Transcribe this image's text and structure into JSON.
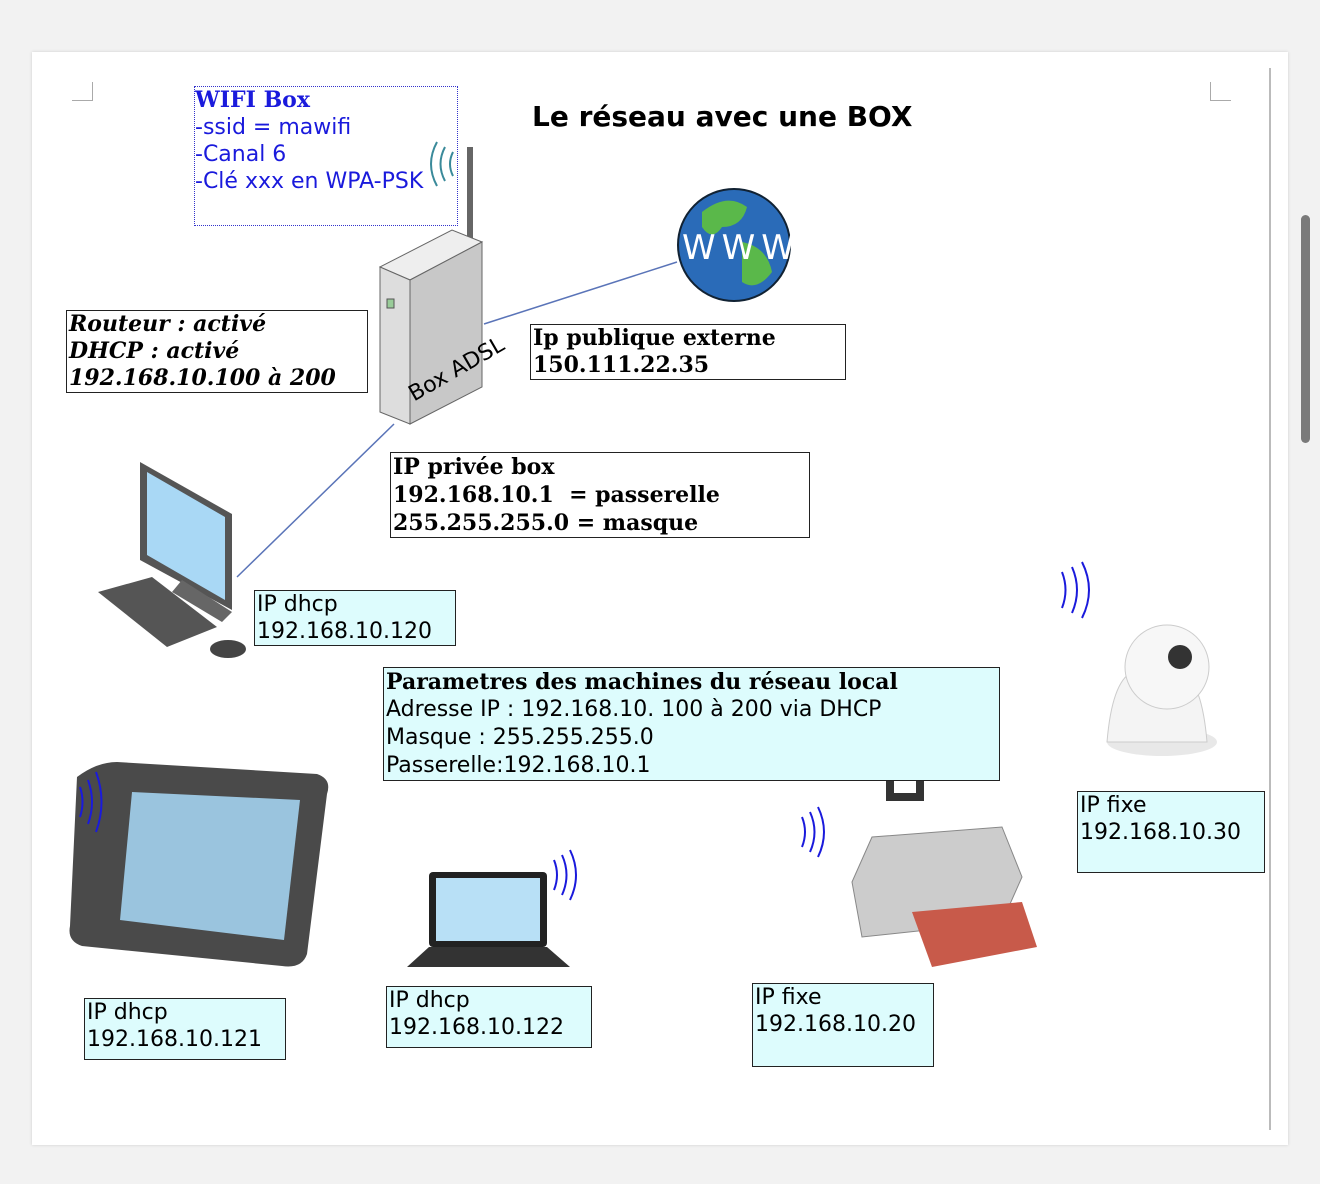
{
  "title": "Le réseau avec une BOX",
  "wifi_box": {
    "heading": "WIFI Box",
    "lines": [
      "-ssid = mawifi",
      "-Canal 6",
      "-Clé xxx en WPA-PSK"
    ]
  },
  "router_box": {
    "lines": [
      "Routeur : activé",
      "DHCP : activé",
      "192.168.10.100 à 200"
    ]
  },
  "box_label": "Box ADSL",
  "globe_label": "WWW",
  "public_ip": {
    "lines": [
      "Ip publique externe",
      "150.111.22.35"
    ]
  },
  "private_ip": {
    "lines": [
      "IP privée box",
      "192.168.10.1  = passerelle",
      "255.255.255.0 = masque"
    ]
  },
  "pc": {
    "lines": [
      "IP dhcp",
      "192.168.10.120"
    ]
  },
  "params": {
    "heading": "Parametres des machines du  réseau local",
    "lines": [
      "Adresse IP : 192.168.10. 100 à 200 via DHCP",
      "Masque : 255.255.255.0",
      "Passerelle:192.168.10.1"
    ]
  },
  "camera": {
    "lines": [
      "IP fixe",
      "192.168.10.30"
    ]
  },
  "tablet": {
    "lines": [
      "IP dhcp",
      "192.168.10.121"
    ]
  },
  "laptop": {
    "lines": [
      "IP dhcp",
      "192.168.10.122"
    ]
  },
  "printer": {
    "lines": [
      "IP fixe",
      "192.168.10.20"
    ]
  },
  "colors": {
    "blue_text": "#1a1adc",
    "cyan_box": "#ddfcfd",
    "link": "#5a74b8"
  }
}
